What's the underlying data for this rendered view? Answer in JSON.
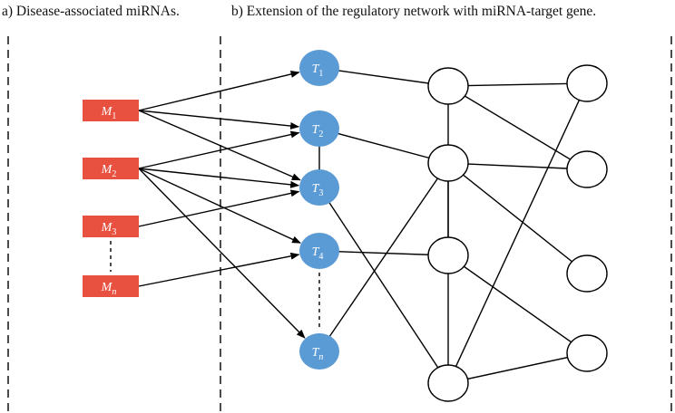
{
  "captions": {
    "a": "a) Disease-associated miRNAs.",
    "b": "b) Extension of the regulatory network with miRNA-target gene."
  },
  "colors": {
    "mirna_fill": "#e8503f",
    "target_fill": "#5b9bd5",
    "node_fill": "#ffffff",
    "edge": "#000000"
  },
  "mirnas": [
    {
      "base": "M",
      "sub": "1"
    },
    {
      "base": "M",
      "sub": "2"
    },
    {
      "base": "M",
      "sub": "3"
    },
    {
      "base": "M",
      "sub": "n"
    }
  ],
  "targets": [
    {
      "base": "T",
      "sub": "1"
    },
    {
      "base": "T",
      "sub": "2"
    },
    {
      "base": "T",
      "sub": "3"
    },
    {
      "base": "T",
      "sub": "4"
    },
    {
      "base": "T",
      "sub": "n"
    }
  ],
  "mirna_target_edges": [
    [
      "M1",
      "T1"
    ],
    [
      "M1",
      "T2"
    ],
    [
      "M1",
      "T3"
    ],
    [
      "M2",
      "T2"
    ],
    [
      "M2",
      "T3"
    ],
    [
      "M2",
      "T4"
    ],
    [
      "M2",
      "Tn"
    ],
    [
      "M3",
      "T3"
    ],
    [
      "Mn",
      "T4"
    ]
  ],
  "network_edges": [
    [
      "T1",
      "A1"
    ],
    [
      "T2",
      "A2"
    ],
    [
      "T2",
      "T3"
    ],
    [
      "T3",
      "A4"
    ],
    [
      "T4",
      "A3"
    ],
    [
      "Tn",
      "A2"
    ],
    [
      "A1",
      "A2"
    ],
    [
      "A1",
      "B1"
    ],
    [
      "A1",
      "B2"
    ],
    [
      "A2",
      "B2"
    ],
    [
      "A2",
      "A3"
    ],
    [
      "A2",
      "B3"
    ],
    [
      "A2",
      "A4"
    ],
    [
      "A3",
      "B4"
    ],
    [
      "A4",
      "B1"
    ],
    [
      "A4",
      "B4"
    ]
  ],
  "dashed_links": [
    [
      "M3",
      "Mn"
    ],
    [
      "T4",
      "Tn"
    ]
  ]
}
